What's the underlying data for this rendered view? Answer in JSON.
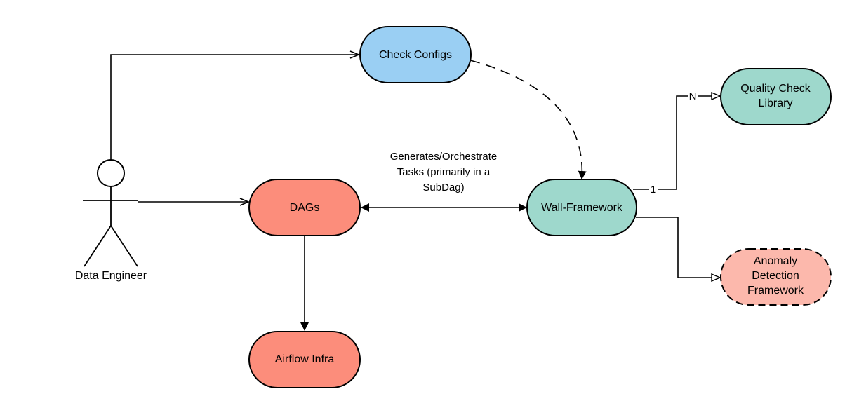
{
  "actor": {
    "label": "Data Engineer"
  },
  "nodes": {
    "check_configs": {
      "label": "Check Configs",
      "fill": "#9ACFF3"
    },
    "dags": {
      "label": "DAGs",
      "fill": "#FC8D7B"
    },
    "airflow_infra": {
      "label": "Airflow Infra",
      "fill": "#FC8D7B"
    },
    "wall_framework": {
      "label": "Wall-Framework",
      "fill": "#9ED8CC"
    },
    "quality_check_library": {
      "label_lines": [
        "Quality Check",
        "Library"
      ],
      "fill": "#9ED8CC"
    },
    "anomaly_detection_framework": {
      "label_lines": [
        "Anomaly",
        "Detection",
        "Framework"
      ],
      "fill": "#FCB8AC"
    }
  },
  "edges": {
    "generates_label_lines": [
      "Generates/Orchestrate",
      "Tasks (primarily in a",
      "SubDag)"
    ],
    "cardinality_one": "1",
    "cardinality_many": "N"
  }
}
